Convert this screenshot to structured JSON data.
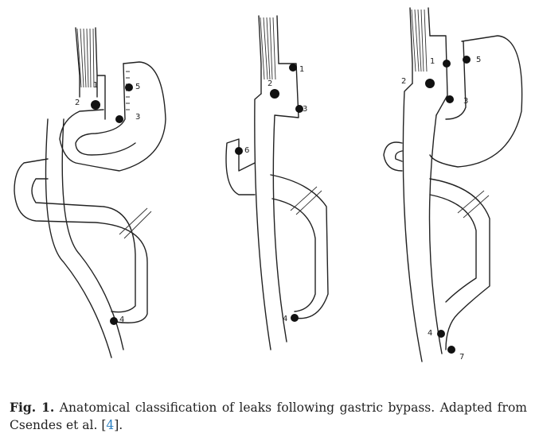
{
  "figure": {
    "panels": [
      {
        "labels": [
          "1",
          "2",
          "3",
          "4",
          "5"
        ]
      },
      {
        "labels": [
          "1",
          "2",
          "3",
          "4",
          "6"
        ]
      },
      {
        "labels": [
          "1",
          "2",
          "3",
          "4",
          "5",
          "7"
        ]
      }
    ]
  },
  "caption": {
    "label": "Fig. 1.",
    "text": " Anatomical classification of leaks following gastric bypass. Adapted from Csendes et al. [",
    "ref": "4",
    "end": "]."
  },
  "colors": {
    "link": "#2a7fc1"
  }
}
